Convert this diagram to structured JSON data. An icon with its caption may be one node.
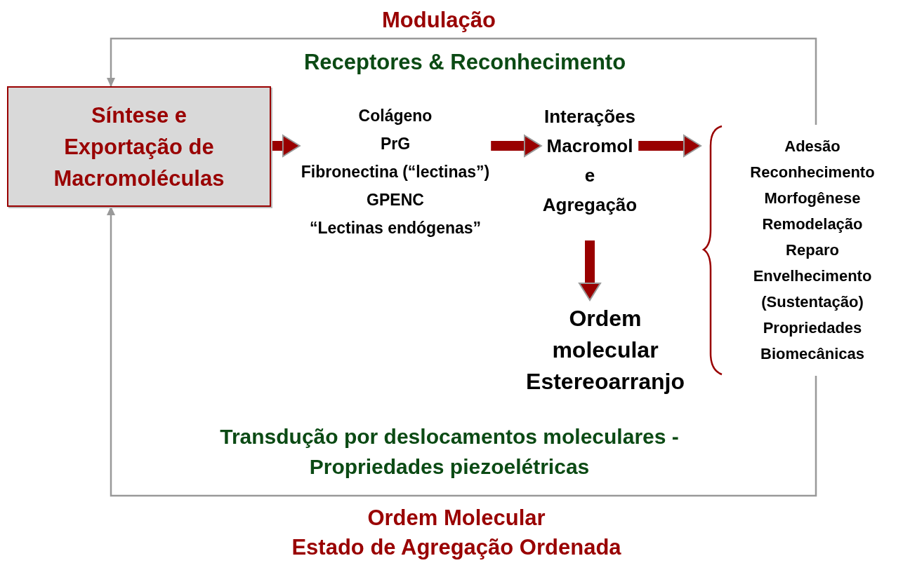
{
  "diagram": {
    "nodes": [
      {
        "text": [
          "Síntese e Exportação de Macromoléculas"
        ]
      },
      {
        "text": [
          "Colágeno",
          "PrG",
          "Fibronectina (“lectinas”)",
          "GPENC",
          "“Lectinas endógenas”"
        ]
      },
      {
        "text": [
          "Interações Macromol e Agregação"
        ]
      },
      {
        "text": [
          "Ordem molecular Estereoarranjo"
        ]
      },
      {
        "text": [
          "Adesão",
          "Reconhecimento",
          "Morfogênese",
          "Remodelação",
          "Reparo",
          "Envelhecimento",
          "(Sustentação)",
          "Propriedades",
          "Biomecânicas"
        ]
      }
    ],
    "edges": [
      {
        "from": 0,
        "to": 1,
        "arrow": "to"
      },
      {
        "from": 1,
        "to": 2,
        "arrow": "to"
      },
      {
        "from": 2,
        "to": 4,
        "arrow": "to"
      },
      {
        "from": 2,
        "to": 3,
        "arrow": "to"
      },
      {
        "from": 4,
        "to": 0,
        "arrow": "to",
        "color": "#999999"
      },
      {
        "from": 4,
        "to": 0,
        "arrow": "to",
        "color": "#999999"
      }
    ],
    "labels": [
      "Modulação",
      "Receptores & Reconhecimento",
      "Transdução por deslocamentos moleculares -",
      "Propriedades piezoelétricas",
      "Ordem Molecular",
      "Estado de Agregação Ordenada"
    ]
  }
}
